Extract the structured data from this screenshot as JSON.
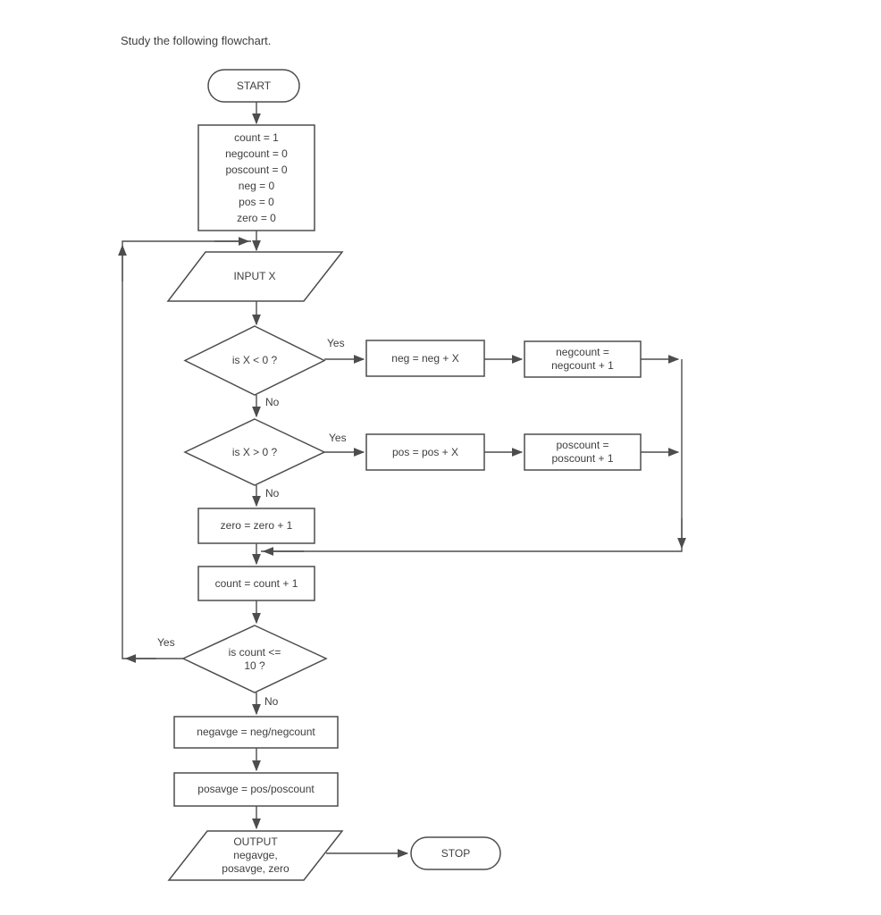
{
  "page": {
    "instruction": "Study the following flowchart."
  },
  "colors": {
    "line": "#4d4d4d",
    "text": "#3e3e3e",
    "background": "#ffffff"
  },
  "flowchart": {
    "nodes": {
      "start": {
        "type": "terminator",
        "label": "START"
      },
      "init": {
        "type": "process",
        "label": "count = 1\nnegcount = 0\nposcount = 0\nneg = 0\npos = 0\nzero = 0"
      },
      "input": {
        "type": "input-output",
        "label": "INPUT X"
      },
      "is_x_lt_0": {
        "type": "decision",
        "label": "is X < 0 ?"
      },
      "neg_sum": {
        "type": "process",
        "label": "neg = neg + X"
      },
      "negcount_inc": {
        "type": "process",
        "label": "negcount =\nnegcount + 1"
      },
      "is_x_gt_0": {
        "type": "decision",
        "label": "is X > 0 ?"
      },
      "pos_sum": {
        "type": "process",
        "label": "pos = pos + X"
      },
      "poscount_inc": {
        "type": "process",
        "label": "poscount =\nposcount + 1"
      },
      "zero_inc": {
        "type": "process",
        "label": "zero = zero + 1"
      },
      "count_inc": {
        "type": "process",
        "label": "count = count + 1"
      },
      "is_count_le_10": {
        "type": "decision",
        "label": "is count <=\n10 ?"
      },
      "negavge": {
        "type": "process",
        "label": "negavge = neg/negcount"
      },
      "posavge": {
        "type": "process",
        "label": "posavge = pos/poscount"
      },
      "output": {
        "type": "input-output",
        "label": "OUTPUT\nnegavge,\nposavge, zero"
      },
      "stop": {
        "type": "terminator",
        "label": "STOP"
      }
    },
    "edge_labels": {
      "x_lt_0_yes": "Yes",
      "x_lt_0_no": "No",
      "x_gt_0_yes": "Yes",
      "x_gt_0_no": "No",
      "count_le_10_yes": "Yes",
      "count_le_10_no": "No"
    }
  }
}
